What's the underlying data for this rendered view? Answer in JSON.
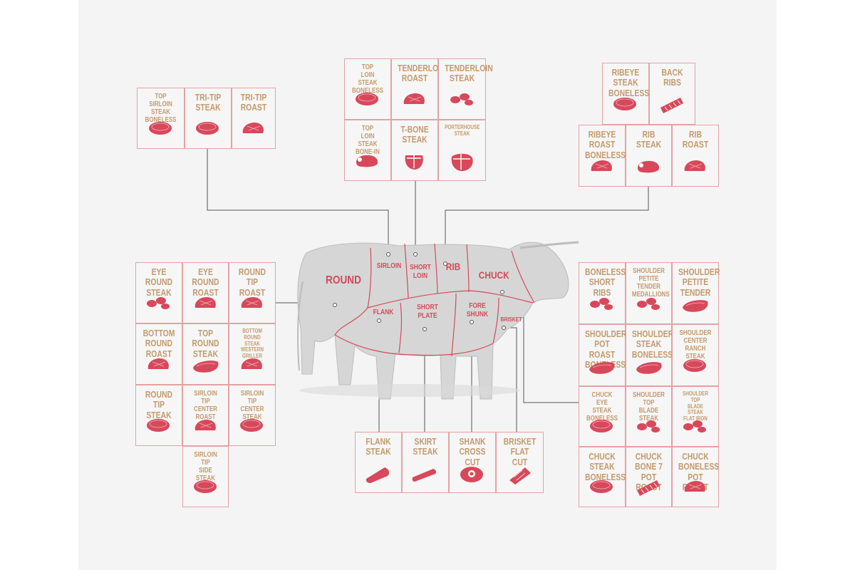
{
  "colors": {
    "label_tan": "#c49a6c",
    "meat_red": "#d8485b",
    "border_pink": "#e3a2a4",
    "connector": "#555555",
    "cow_gray": "#cfcfcf"
  },
  "cow_regions": {
    "round": "ROUND",
    "sirloin": "SIRLOIN",
    "short_loin": "SHORT\nLOIN",
    "rib": "RIB",
    "chuck": "CHUCK",
    "flank": "FLANK",
    "short_plate": "SHORT\nPLATE",
    "fore_shank": "FORE\nSHUNK",
    "brisket": "BRISKET"
  },
  "groups": {
    "sirloin": {
      "cells": [
        {
          "label": "TOP\nSIRLOIN\nSTEAK\nBONELESS",
          "icon": "steak-icon"
        },
        {
          "label": "TRI-TIP\nSTEAK",
          "icon": "steak-icon"
        },
        {
          "label": "TRI-TIP\nROAST",
          "icon": "roast-icon"
        }
      ]
    },
    "short_loin": {
      "cells": [
        {
          "label": "TOP\nLOIN\nSTEAK\nBONELESS",
          "icon": "steak-icon"
        },
        {
          "label": "TENDERLOIN\nROAST",
          "icon": "roast-icon"
        },
        {
          "label": "TENDERLOIN\nSTEAK",
          "icon": "medallions-icon"
        },
        {
          "label": "TOP\nLOIN\nSTEAK\nBONE-IN",
          "icon": "bone-in-steak-icon"
        },
        {
          "label": "T-BONE\nSTEAK",
          "icon": "t-bone-icon"
        },
        {
          "label": "PORTERHOUSE\nSTEAK",
          "icon": "porterhouse-icon"
        }
      ]
    },
    "rib": {
      "cells": [
        {
          "label": "RIBEYE\nSTEAK\nBONELESS",
          "icon": "steak-icon"
        },
        {
          "label": "BACK\nRIBS",
          "icon": "ribs-icon"
        },
        {
          "label": "RIBEYE\nROAST\nBONELESS",
          "icon": "roast-icon"
        },
        {
          "label": "RIB\nSTEAK",
          "icon": "bone-in-steak-icon"
        },
        {
          "label": "RIB\nROAST",
          "icon": "roast-icon"
        }
      ]
    },
    "round": {
      "cells": [
        {
          "label": "EYE\nROUND\nSTEAK",
          "icon": "medallions-icon"
        },
        {
          "label": "EYE\nROUND\nROAST",
          "icon": "roast-icon"
        },
        {
          "label": "ROUND\nTIP\nROAST",
          "icon": "roast-icon"
        },
        {
          "label": "BOTTOM\nROUND\nROAST",
          "icon": "roast-icon"
        },
        {
          "label": "TOP\nROUND\nSTEAK",
          "icon": "long-steak-icon"
        },
        {
          "label": "BOTTOM\nROUND\nSTEAK\nWESTERN\nGRILLER",
          "icon": "roast-icon"
        },
        {
          "label": "ROUND\nTIP\nSTEAK",
          "icon": "steak-icon"
        },
        {
          "label": "SIRLOIN\nTIP\nCENTER\nROAST",
          "icon": "roast-icon"
        },
        {
          "label": "SIRLOIN\nTIP\nCENTER\nSTEAK",
          "icon": "steak-icon"
        },
        {
          "label": "SIRLOIN\nTIP\nSIDE\nSTEAK",
          "icon": "steak-icon"
        }
      ]
    },
    "bottom": {
      "cells": [
        {
          "label": "FLANK\nSTEAK",
          "icon": "flank-icon"
        },
        {
          "label": "SKIRT\nSTEAK",
          "icon": "skirt-icon"
        },
        {
          "label": "SHANK\nCROSS CUT",
          "icon": "shank-icon"
        },
        {
          "label": "BRISKET\nFLAT CUT",
          "icon": "brisket-icon"
        }
      ]
    },
    "chuck": {
      "cells": [
        {
          "label": "BONELESS\nSHORT\nRIBS",
          "icon": "medallions-icon"
        },
        {
          "label": "SHOULDER\nPETITE\nTENDER\nMEDALLIONS",
          "icon": "medallions-icon"
        },
        {
          "label": "SHOULDER\nPETITE\nTENDER",
          "icon": "long-steak-icon"
        },
        {
          "label": "SHOULDER\nPOT ROAST\nBONELESS",
          "icon": "long-steak-icon"
        },
        {
          "label": "SHOULDER\nSTEAK\nBONELESS",
          "icon": "long-steak-icon"
        },
        {
          "label": "SHOULDER\nCENTER\nRANCH\nSTEAK",
          "icon": "steak-icon"
        },
        {
          "label": "CHUCK\nEYE\nSTEAK\nBONELESS",
          "icon": "steak-icon"
        },
        {
          "label": "SHOULDER\nTOP\nBLADE\nSTEAK",
          "icon": "medallions-icon"
        },
        {
          "label": "SHOULDER\nTOP\nBLADE\nSTEAK\nFLAT IRON",
          "icon": "medallions-icon"
        },
        {
          "label": "CHUCK\nSTEAK\nBONELESS",
          "icon": "steak-icon"
        },
        {
          "label": "CHUCK\nBONE 7\nPOT ROAST",
          "icon": "ribs-icon"
        },
        {
          "label": "CHUCK\nBONELESS\nPOT ROAST",
          "icon": "roast-icon"
        }
      ]
    }
  }
}
